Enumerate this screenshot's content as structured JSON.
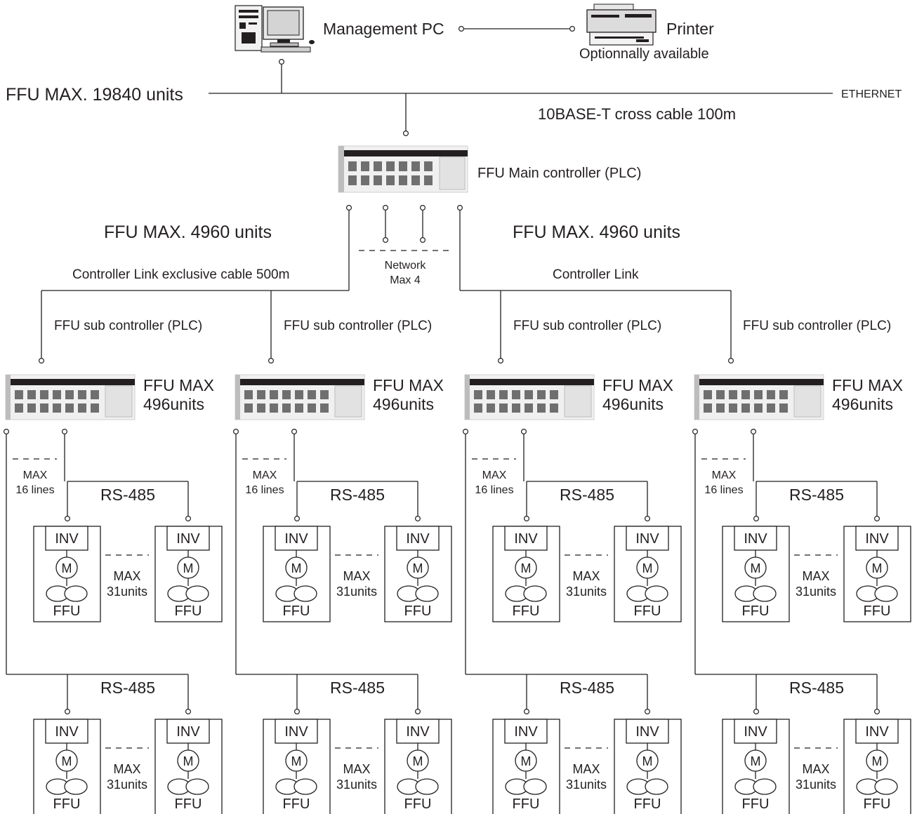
{
  "top": {
    "pc_label": "Management PC",
    "printer_label": "Printer",
    "printer_note": "Optionnally available",
    "ffu_total": "FFU MAX. 19840 units",
    "ethernet_label": "ETHERNET",
    "cable_label": "10BASE-T cross cable 100m"
  },
  "main": {
    "label": "FFU Main controller (PLC)",
    "network_label_1": "Network",
    "network_label_2": "Max 4"
  },
  "left_group": {
    "max_label": "FFU MAX. 4960 units",
    "link_label": "Controller Link exclusive cable 500m"
  },
  "right_group": {
    "max_label": "FFU MAX. 4960 units",
    "link_label": "Controller Link"
  },
  "sub_controllers": [
    {
      "label": "FFU sub controller (PLC)",
      "max_line1": "FFU MAX",
      "max_line2": "496units"
    },
    {
      "label": "FFU sub controller (PLC)",
      "max_line1": "FFU MAX",
      "max_line2": "496units"
    },
    {
      "label": "FFU sub controller (PLC)",
      "max_line1": "FFU MAX",
      "max_line2": "496units"
    },
    {
      "label": "FFU sub controller (PLC)",
      "max_line1": "FFU MAX",
      "max_line2": "496units"
    }
  ],
  "line_labels": {
    "max": "MAX",
    "lines": "16 lines",
    "bus": "RS-485"
  },
  "unit_labels": {
    "inv": "INV",
    "motor": "M",
    "ffu": "FFU",
    "max": "MAX",
    "units": "31units"
  }
}
